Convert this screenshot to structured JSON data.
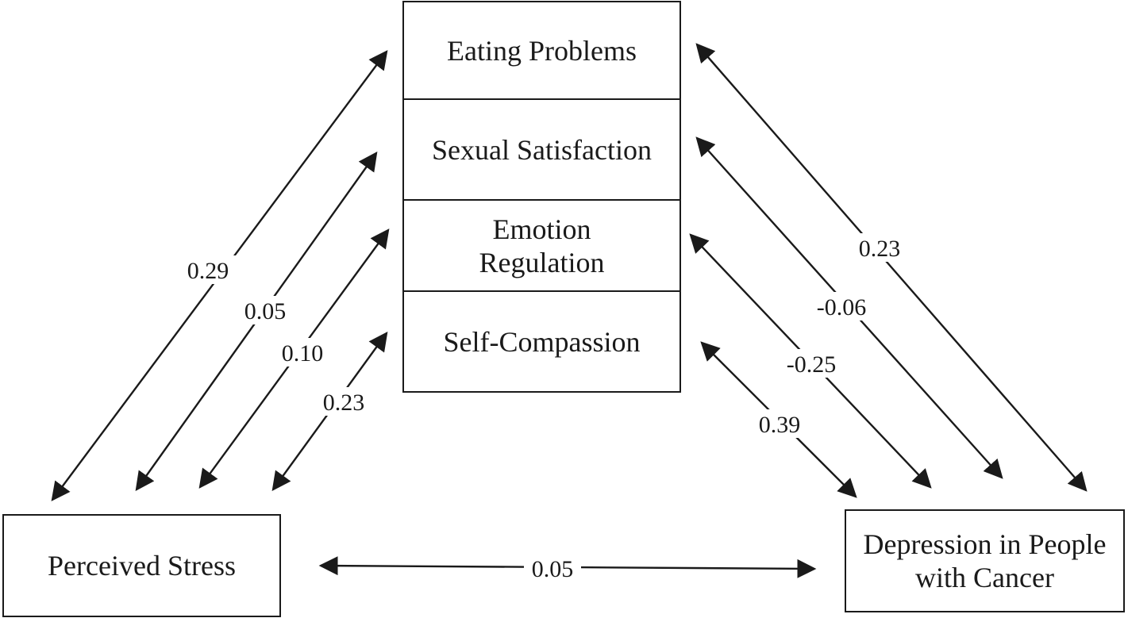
{
  "nodes": {
    "eating_problems": "Eating Problems",
    "sexual_satisfaction": "Sexual Satisfaction",
    "emotion_regulation_line1": "Emotion",
    "emotion_regulation_line2": "Regulation",
    "self_compassion": "Self-Compassion",
    "perceived_stress": "Perceived Stress",
    "depression_line1": "Depression in People",
    "depression_line2": "with Cancer"
  },
  "paths": {
    "stress_eating": "0.29",
    "stress_sexual": "0.05",
    "stress_emotion": "0.10",
    "stress_selfcomp": "0.23",
    "depression_eating": "0.23",
    "depression_sexual": "-0.06",
    "depression_emotion": "-0.25",
    "depression_selfcomp": "0.39",
    "stress_depression": "0.05"
  }
}
